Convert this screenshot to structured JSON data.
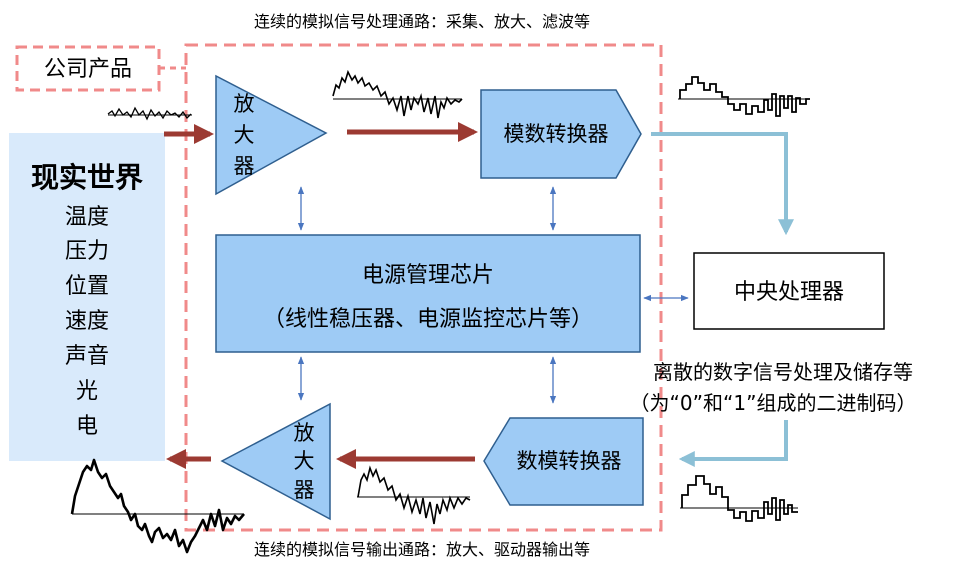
{
  "caption_top": "连续的模拟信号处理通路：采集、放大、滤波等",
  "caption_bottom": "连续的模拟信号输出通路：放大、驱动器输出等",
  "company_label": "公司产品",
  "real_world": {
    "title": "现实世界",
    "items": [
      "温度",
      "压力",
      "位置",
      "速度",
      "声音",
      "光",
      "电"
    ]
  },
  "amplifier_in": [
    "放",
    "大",
    "器"
  ],
  "amplifier_out": [
    "放",
    "大",
    "器"
  ],
  "adc_label": "模数转换器",
  "dac_label": "数模转换器",
  "power": {
    "title": "电源管理芯片",
    "subtitle": "（线性稳压器、电源监控芯片等）"
  },
  "cpu_label": "中央处理器",
  "digital_note": {
    "line1": "离散的数字信号处理及储存等",
    "line2": "（为“0”和“1”组成的二进制码）"
  },
  "colors": {
    "block_fill": "#9ecbf5",
    "block_stroke": "#2f5f8f",
    "real_world_fill": "#d9eafb",
    "company_border": "#f08a8a",
    "analog_arrow": "#9c3a32",
    "digital_arrow": "#8cc0d6",
    "link_arrow": "#4a76c0"
  }
}
